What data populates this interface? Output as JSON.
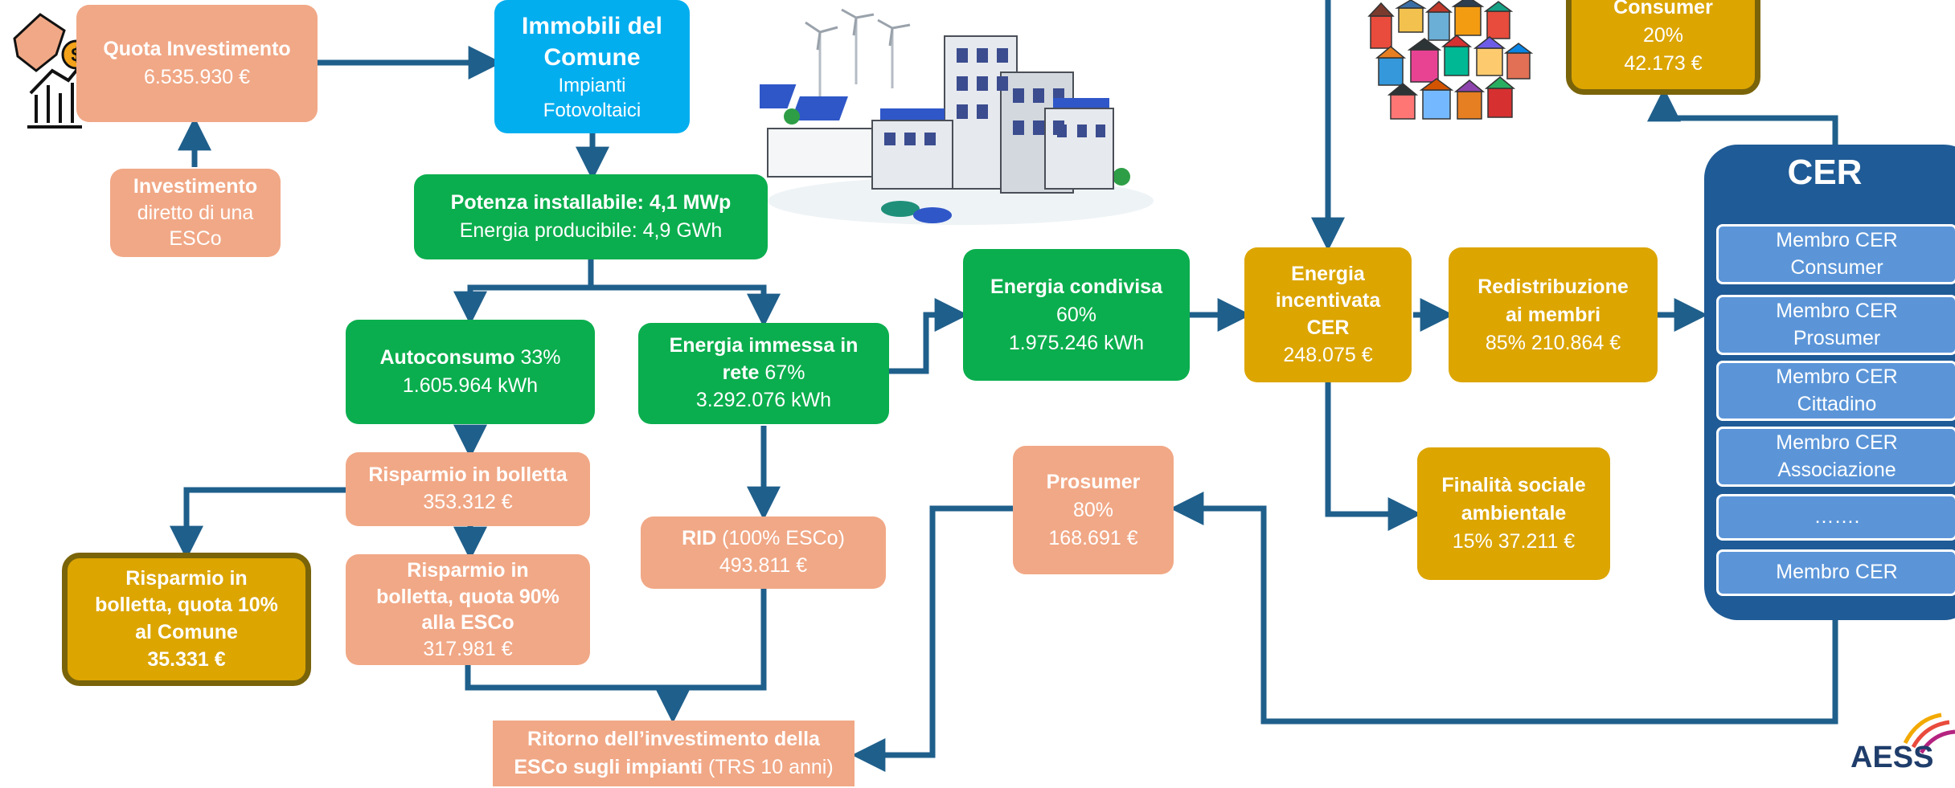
{
  "quota": {
    "title": "Quota Investimento",
    "value": "6.535.930 €"
  },
  "esco": {
    "l1": "Investimento",
    "l2": "diretto di una",
    "l3": "ESCo"
  },
  "immobili": {
    "title1": "Immobili del",
    "title2": "Comune",
    "sub1": "Impianti",
    "sub2": "Fotovoltaici"
  },
  "potenza": {
    "l1a": "Potenza installabile: ",
    "l1b": "4,1 MWp",
    "l2": "Energia producibile: 4,9 GWh"
  },
  "autoconsumo": {
    "title": "Autoconsumo",
    "pct": " 33%",
    "kwh": "1.605.964 kWh"
  },
  "immessa": {
    "l1": "Energia immessa in",
    "l2": "rete",
    "pct": " 67%",
    "kwh": "3.292.076 kWh"
  },
  "condivisa": {
    "title": "Energia condivisa",
    "pct": "60%",
    "kwh": "1.975.246 kWh"
  },
  "incentivata": {
    "l1": "Energia",
    "l2": "incentivata",
    "l3": "CER",
    "value": "248.075 €"
  },
  "redistribuzione": {
    "l1": "Redistribuzione",
    "l2": "ai membri",
    "value": "85% 210.864 €"
  },
  "consumer": {
    "title": "Consumer",
    "pct": "20%",
    "value": "42.173 €"
  },
  "risparmio": {
    "title": "Risparmio in bolletta",
    "value": "353.312 €"
  },
  "risparmio90": {
    "l1": "Risparmio in",
    "l2": "bolletta, quota 90%",
    "l3": "alla ESCo",
    "value": "317.981 €"
  },
  "risparmio10": {
    "l1": "Risparmio in",
    "l2": "bolletta, quota 10%",
    "l3": "al Comune",
    "value": "35.331 €"
  },
  "rid": {
    "title": "RID",
    "sub": " (100% ESCo)",
    "value": "493.811 €"
  },
  "prosumer": {
    "title": "Prosumer",
    "pct": "80%",
    "value": "168.691 €"
  },
  "finalita": {
    "l1": "Finalità sociale",
    "l2": "ambientale",
    "value": "15% 37.211 €"
  },
  "ritorno": {
    "l1": "Ritorno dell’investimento della",
    "l2a": "ESCo sugli impianti",
    "l2b": " (TRS 10 anni)"
  },
  "cer": {
    "title": "CER",
    "members": [
      {
        "l1": "Membro CER",
        "l2": "Consumer"
      },
      {
        "l1": "Membro CER",
        "l2": "Prosumer"
      },
      {
        "l1": "Membro CER",
        "l2": "Cittadino"
      },
      {
        "l1": "Membro CER",
        "l2": "Associazione"
      },
      {
        "l1": "…….",
        "l2": ""
      },
      {
        "l1": "Membro CER",
        "l2": ""
      }
    ]
  },
  "logo": {
    "text": "AESS"
  },
  "colors": {
    "salmon": "#F1A886",
    "green": "#0BAE4E",
    "gold": "#DCA500",
    "blue": "#03AEEF",
    "cer_panel": "#1F5B96",
    "cer_member": "#5B95D8",
    "connector": "#1F5F8B"
  }
}
